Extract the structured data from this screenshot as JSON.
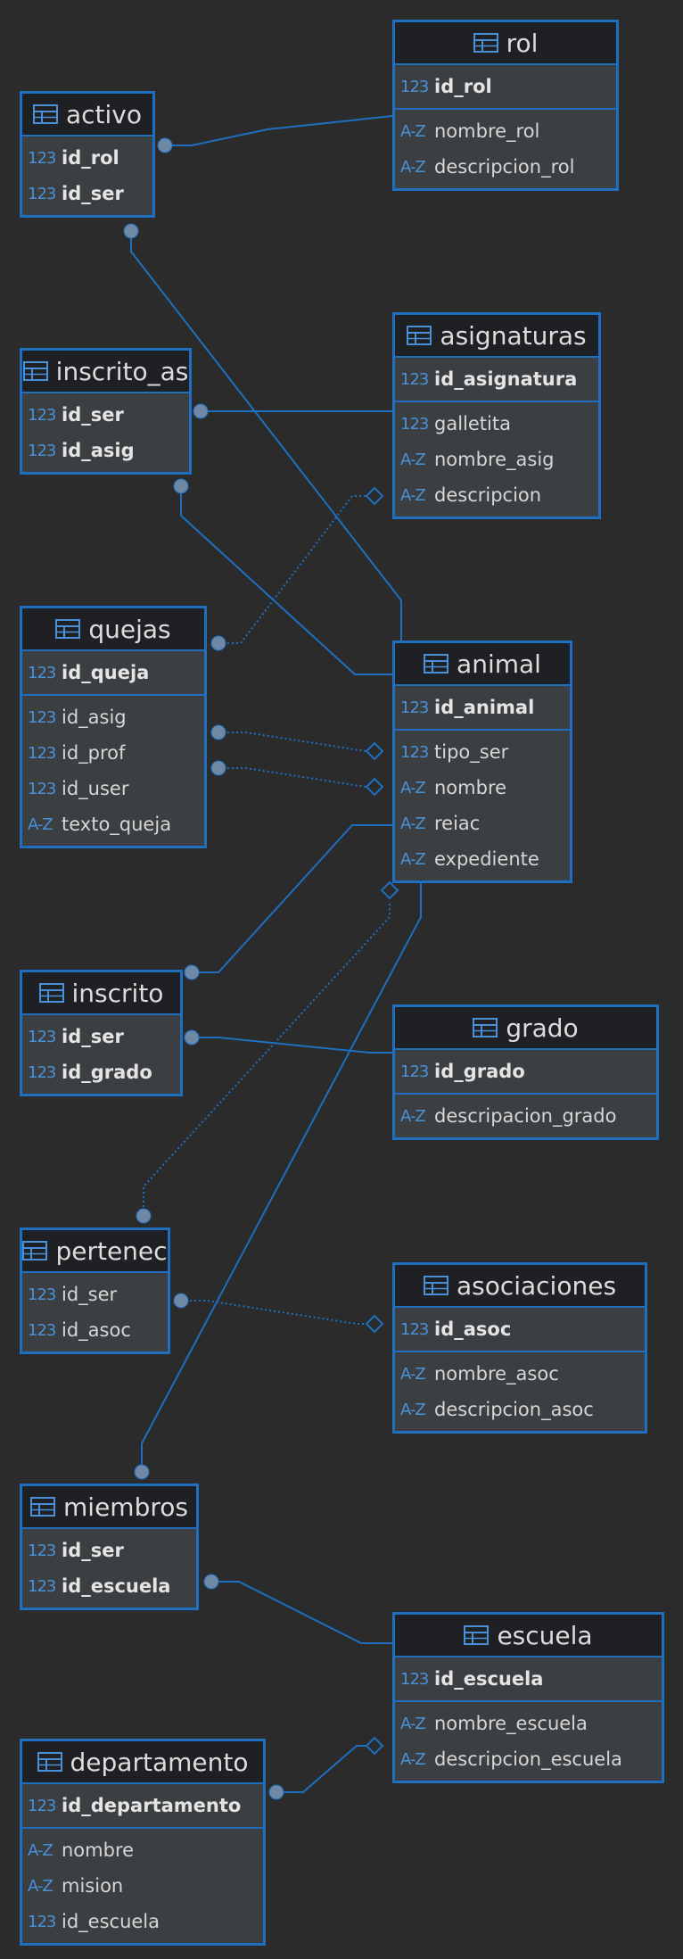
{
  "colors": {
    "background": "#2b2b2b",
    "entity_border": "#1e6fc0",
    "header_bg": "#1f2023",
    "body_bg": "#3c3f41",
    "type_text": "#4a90d9",
    "connector": "#1e6fc0"
  },
  "icons": {
    "entity": "table-icon"
  },
  "entities": [
    {
      "id": "rol",
      "name": "rol",
      "sections": [
        [
          {
            "type": "123",
            "name": "id_rol",
            "pk": true
          }
        ],
        [
          {
            "type": "A-Z",
            "name": "nombre_rol"
          },
          {
            "type": "A-Z",
            "name": "descripcion_rol"
          }
        ]
      ]
    },
    {
      "id": "activo",
      "name": "activo",
      "sections": [
        [
          {
            "type": "123",
            "name": "id_rol",
            "pk": true
          },
          {
            "type": "123",
            "name": "id_ser",
            "pk": true
          }
        ]
      ]
    },
    {
      "id": "asignaturas",
      "name": "asignaturas",
      "sections": [
        [
          {
            "type": "123",
            "name": "id_asignatura",
            "pk": true
          }
        ],
        [
          {
            "type": "123",
            "name": "galletita"
          },
          {
            "type": "A-Z",
            "name": "nombre_asig"
          },
          {
            "type": "A-Z",
            "name": "descripcion"
          }
        ]
      ]
    },
    {
      "id": "inscrito_as",
      "name": "inscrito_as",
      "sections": [
        [
          {
            "type": "123",
            "name": "id_ser",
            "pk": true
          },
          {
            "type": "123",
            "name": "id_asig",
            "pk": true
          }
        ]
      ]
    },
    {
      "id": "quejas",
      "name": "quejas",
      "sections": [
        [
          {
            "type": "123",
            "name": "id_queja",
            "pk": true
          }
        ],
        [
          {
            "type": "123",
            "name": "id_asig"
          },
          {
            "type": "123",
            "name": "id_prof"
          },
          {
            "type": "123",
            "name": "id_user"
          },
          {
            "type": "A-Z",
            "name": "texto_queja"
          }
        ]
      ]
    },
    {
      "id": "animal",
      "name": "animal",
      "sections": [
        [
          {
            "type": "123",
            "name": "id_animal",
            "pk": true
          }
        ],
        [
          {
            "type": "123",
            "name": "tipo_ser"
          },
          {
            "type": "A-Z",
            "name": "nombre"
          },
          {
            "type": "A-Z",
            "name": "reiac"
          },
          {
            "type": "A-Z",
            "name": "expediente"
          }
        ]
      ]
    },
    {
      "id": "inscrito",
      "name": "inscrito",
      "sections": [
        [
          {
            "type": "123",
            "name": "id_ser",
            "pk": true
          },
          {
            "type": "123",
            "name": "id_grado",
            "pk": true
          }
        ]
      ]
    },
    {
      "id": "grado",
      "name": "grado",
      "sections": [
        [
          {
            "type": "123",
            "name": "id_grado",
            "pk": true
          }
        ],
        [
          {
            "type": "A-Z",
            "name": "descripacion_grado"
          }
        ]
      ]
    },
    {
      "id": "pertenec",
      "name": "pertenec",
      "sections": [
        [
          {
            "type": "123",
            "name": "id_ser"
          },
          {
            "type": "123",
            "name": "id_asoc"
          }
        ]
      ]
    },
    {
      "id": "asociaciones",
      "name": "asociaciones",
      "sections": [
        [
          {
            "type": "123",
            "name": "id_asoc",
            "pk": true
          }
        ],
        [
          {
            "type": "A-Z",
            "name": "nombre_asoc"
          },
          {
            "type": "A-Z",
            "name": "descripcion_asoc"
          }
        ]
      ]
    },
    {
      "id": "miembros",
      "name": "miembros",
      "sections": [
        [
          {
            "type": "123",
            "name": "id_ser",
            "pk": true
          },
          {
            "type": "123",
            "name": "id_escuela",
            "pk": true
          }
        ]
      ]
    },
    {
      "id": "escuela",
      "name": "escuela",
      "sections": [
        [
          {
            "type": "123",
            "name": "id_escuela",
            "pk": true
          }
        ],
        [
          {
            "type": "A-Z",
            "name": "nombre_escuela"
          },
          {
            "type": "A-Z",
            "name": "descripcion_escuela"
          }
        ]
      ]
    },
    {
      "id": "departamento",
      "name": "departamento",
      "sections": [
        [
          {
            "type": "123",
            "name": "id_departamento",
            "pk": true
          }
        ],
        [
          {
            "type": "A-Z",
            "name": "nombre"
          },
          {
            "type": "A-Z",
            "name": "mision"
          },
          {
            "type": "123",
            "name": "id_escuela"
          }
        ]
      ]
    }
  ]
}
